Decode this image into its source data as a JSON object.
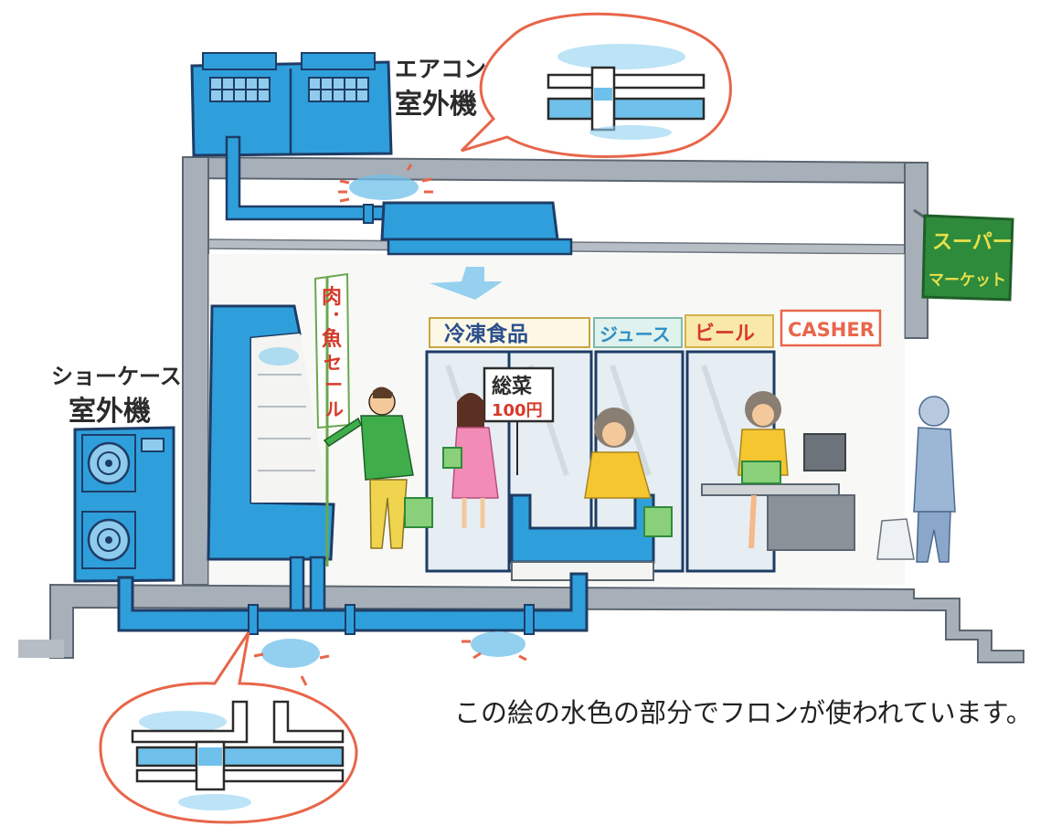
{
  "labels": {
    "aircon_outdoor_line1": "エアコン",
    "aircon_outdoor_line2": "室外機",
    "showcase_outdoor_line1": "ショーケース",
    "showcase_outdoor_line2": "室外機",
    "meat_fish_sale_chars": [
      "肉",
      "・",
      "魚",
      "セ",
      "ー",
      "ル"
    ],
    "frozen_food": "冷凍食品",
    "juice": "ジュース",
    "beer": "ビール",
    "casher": "CASHER",
    "supermarket_line1": "スーパー",
    "supermarket_line2": "マーケット",
    "sozai": "総菜",
    "price": "100円"
  },
  "caption": "この絵の水色の部分でフロンが使われています。",
  "colors": {
    "refrigerant_blue": "#2f9fdc",
    "pipe_outline": "#1d3d66",
    "building_gray": "#9aa3ad",
    "bubble_red": "#e8664a",
    "sign_green": "#2e8b3c"
  }
}
